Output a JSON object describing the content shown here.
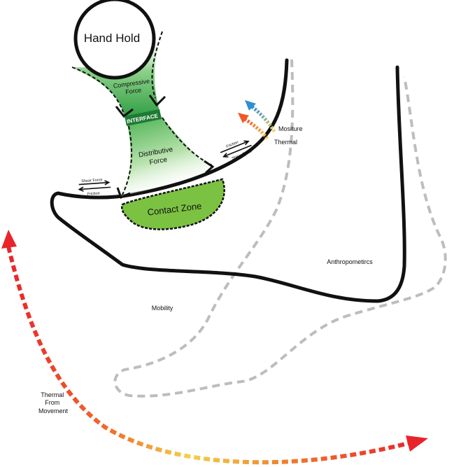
{
  "labels": {
    "hand_hold": "Hand Hold",
    "compressive_force": [
      "Compressive",
      "Force"
    ],
    "interface": "INTERFACE",
    "distributive_force": [
      "Distributive",
      "Force"
    ],
    "contact_zone": "Contact Zone",
    "shear_force_left": "Shear Force",
    "friction_left": "Friction",
    "friction_right": "Friction",
    "shear_force_right": "Shear Force",
    "moisture": "Mositure",
    "thermal": "Thermal",
    "anthropometrics": "Anthropometircs",
    "mobility": "Mobility",
    "thermal_from_movement": [
      "Thermal",
      "From",
      "Movement"
    ]
  },
  "colors": {
    "outline": "#111111",
    "contact_zone": "#7cc242",
    "force_green": "#3fae49",
    "dashed_gray": "#bdbdbd",
    "arrow_red": "#e8242a",
    "arrow_yellow": "#f2d24a",
    "arrow_orange": "#f07a2c",
    "moisture_blue": "#2f8fd0",
    "moisture_yellow": "#f4d35e"
  }
}
